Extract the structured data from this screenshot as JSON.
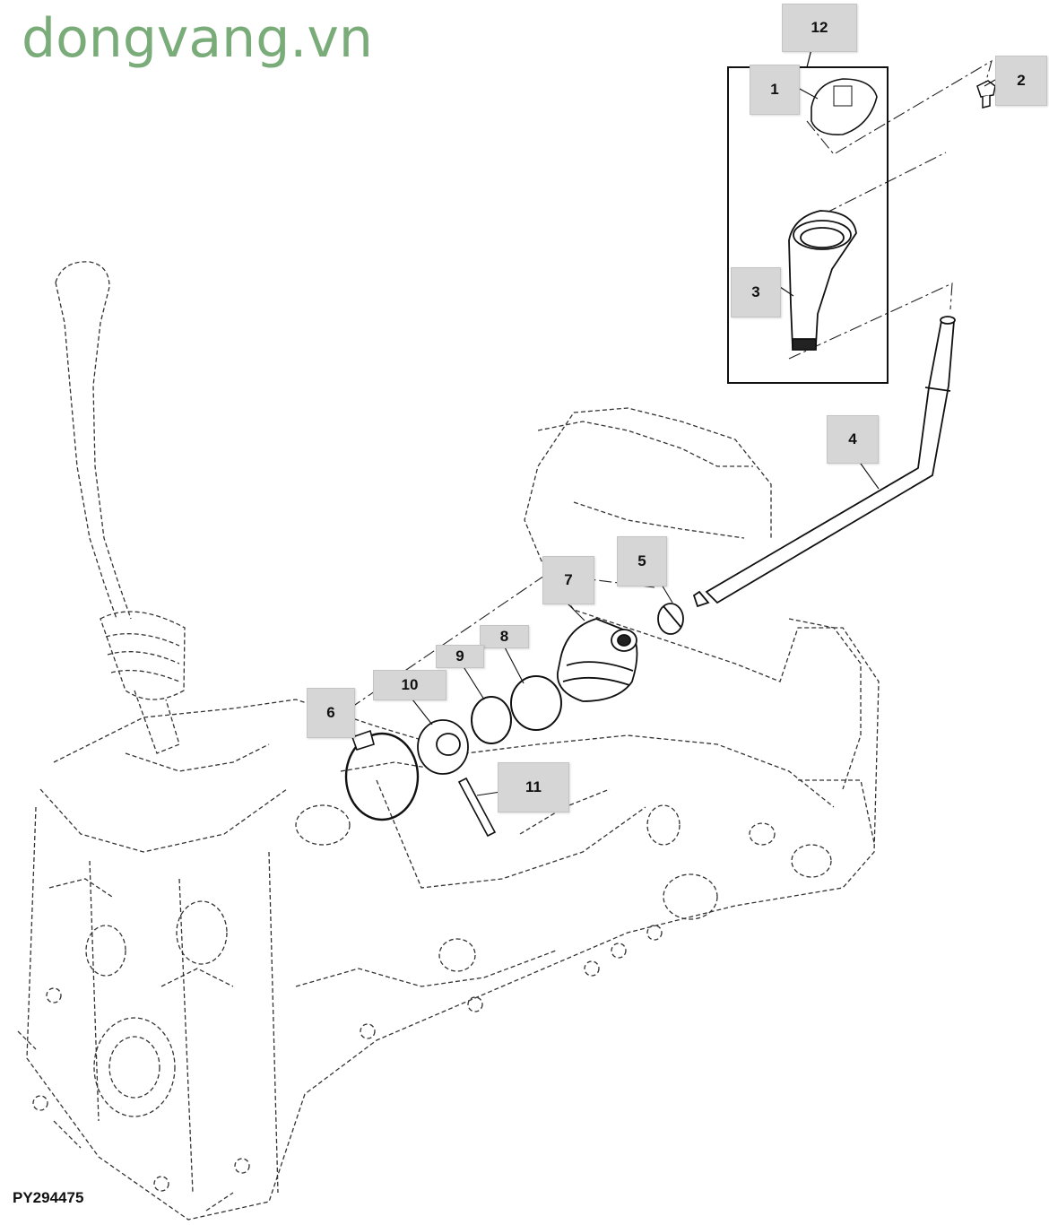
{
  "watermark": "dongvang.vn",
  "figure_id": "PY294475",
  "callouts": {
    "c1": "1",
    "c2": "2",
    "c3": "3",
    "c4": "4",
    "c5": "5",
    "c6": "6",
    "c7": "7",
    "c8": "8",
    "c9": "9",
    "c10": "10",
    "c11": "11",
    "c12": "12"
  },
  "colors": {
    "watermark": "#7aac7a",
    "callout_bg": "#d6d6d6",
    "line": "#111111"
  }
}
